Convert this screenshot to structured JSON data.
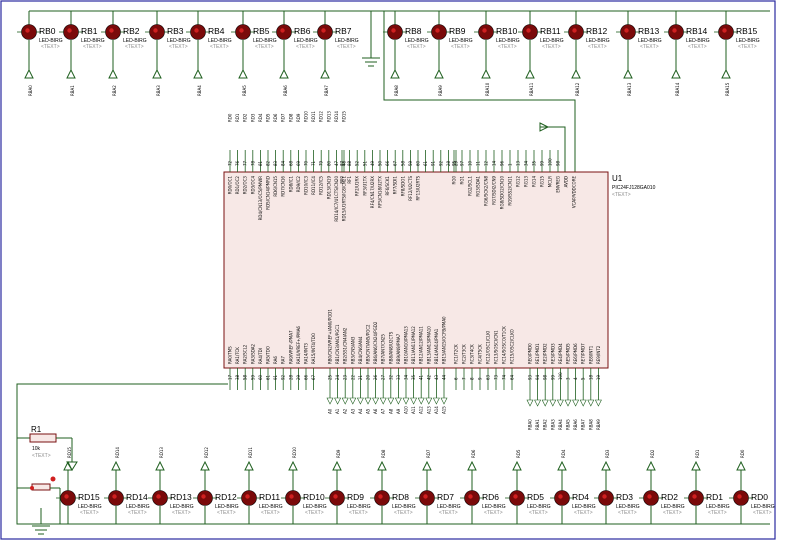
{
  "colors": {
    "wire": "#1f5f1f",
    "led": "#7a0a0a",
    "led_center": "#d02020",
    "chip": "#f7e8e6",
    "chip_border": "#7a1010",
    "frame": "#2a2aa0"
  },
  "top_leds": [
    {
      "ref": "RB0",
      "net": "RBA0"
    },
    {
      "ref": "RB1",
      "net": "RBA1"
    },
    {
      "ref": "RB2",
      "net": "RBA2"
    },
    {
      "ref": "RB3",
      "net": "RBA3"
    },
    {
      "ref": "RB4",
      "net": "RBA4"
    },
    {
      "ref": "RB5",
      "net": "RBA5"
    },
    {
      "ref": "RB6",
      "net": "RBA6"
    },
    {
      "ref": "RB7",
      "net": "RBA7"
    },
    {
      "ref": "RB8",
      "net": "RBA8"
    },
    {
      "ref": "RB9",
      "net": "RBA9"
    },
    {
      "ref": "RB10",
      "net": "RBA10"
    },
    {
      "ref": "RB11",
      "net": "RBA11"
    },
    {
      "ref": "RB12",
      "net": "RBA12"
    },
    {
      "ref": "RB13",
      "net": "RBA13"
    },
    {
      "ref": "RB14",
      "net": "RBA14"
    },
    {
      "ref": "RB15",
      "net": "RBA15"
    }
  ],
  "bottom_leds": [
    {
      "ref": "RD15",
      "net": "RD15"
    },
    {
      "ref": "RD14",
      "net": "RD14"
    },
    {
      "ref": "RD13",
      "net": "RD13"
    },
    {
      "ref": "RD12",
      "net": "RD12"
    },
    {
      "ref": "RD11",
      "net": "RD11"
    },
    {
      "ref": "RD10",
      "net": "RD10"
    },
    {
      "ref": "RD9",
      "net": "RD9"
    },
    {
      "ref": "RD8",
      "net": "RD8"
    },
    {
      "ref": "RD7",
      "net": "RD7"
    },
    {
      "ref": "RD6",
      "net": "RD6"
    },
    {
      "ref": "RD5",
      "net": "RD5"
    },
    {
      "ref": "RD4",
      "net": "RD4"
    },
    {
      "ref": "RD3",
      "net": "RD3"
    },
    {
      "ref": "RD2",
      "net": "RD2"
    },
    {
      "ref": "RD1",
      "net": "RD1"
    },
    {
      "ref": "RD0",
      "net": "RD0"
    }
  ],
  "led_model": "LED-BIRG",
  "text_placeholder": "<TEXT>",
  "chip": {
    "ref": "U1",
    "part": "PIC24FJ128GA010",
    "text": "<TEXT>"
  },
  "resistor": {
    "ref": "R1",
    "value": "10k",
    "text": "<TEXT>"
  },
  "chip_top_left_nets": [
    "RD0",
    "RD1",
    "RD2",
    "RD3",
    "RD4",
    "RD5",
    "RD6",
    "RD7",
    "RD8",
    "RD9",
    "RD10",
    "RD11",
    "RD12",
    "RD13",
    "RD14",
    "RD15"
  ],
  "chip_top_left_pins": [
    "72",
    "76",
    "77",
    "78",
    "81",
    "82",
    "83",
    "84",
    "68",
    "69",
    "70",
    "71",
    "79",
    "80",
    "47",
    "48"
  ],
  "chip_top_left_funcs": [
    "RD0/OC1",
    "RD1/OC2",
    "RD2/OC3",
    "RD3/OC4",
    "RD4/CN13/OC5/PMWR",
    "RD5/CN14/PMRD",
    "RD6/CN15",
    "RD7/CN16",
    "RD8/IC1",
    "RD9/IC2",
    "RD10/IC3",
    "RD11/IC4",
    "RD12/IC5",
    "RD13/CN19",
    "RD14/IC7/U1CTS/CN20",
    "RD15/U1RTS/IC8/CN21"
  ],
  "chip_top_mid_pins": [
    "87",
    "88",
    "52",
    "51",
    "49",
    "50",
    "66",
    "67",
    "58",
    "59",
    "60",
    "61",
    "91",
    "92",
    "28",
    "29"
  ],
  "chip_top_mid_funcs": [
    "RF0",
    "RF1",
    "RF2/U1RX",
    "RF3/U1TX",
    "RF4/CN17/U2RX",
    "RF5/CN18/U2TX",
    "RF6/SCK1",
    "RF7/SDI1",
    "RF8/SDO1",
    "RF12/U2CTS",
    "RF13/U2RTS"
  ],
  "chip_top_right_pins": [
    "95",
    "97",
    "10",
    "11",
    "12",
    "14",
    "96",
    "1",
    "13",
    "34",
    "35",
    "99",
    "100",
    "98"
  ],
  "chip_top_right_funcs": [
    "RG0",
    "RG1",
    "RG2/SCL1",
    "RG3/SDA1",
    "RG6/SCK2/CN8",
    "RG7/SDI2/CN9",
    "RG8/SDO2/CN10",
    "RG9/SS2/CN11",
    "RG12",
    "RG13",
    "RG14",
    "RG15",
    "MCLR",
    "ENVREG",
    "AVDD",
    "VCAP/VDDCORE"
  ],
  "chip_bottom_left_funcs": [
    "RA0/TMS",
    "RA1/TCK",
    "RA2/SCL2",
    "RA3/SDA2",
    "RA4/TDI",
    "RA5/TDO",
    "RA6",
    "RA7",
    "RA9/VREF-/PMA7",
    "RA10/VREF+/PMA6",
    "RA14/INT3",
    "RA15/INT4/TDO"
  ],
  "chip_bottom_left_pins": [
    "17",
    "38",
    "58",
    "59",
    "60",
    "61",
    "91",
    "92",
    "28",
    "29",
    "66",
    "67"
  ],
  "chip_bottom_mid_funcs": [
    "RB0/CN2/VREF+/AN0/PGD1",
    "RB1/CN3/AN1/PGC1",
    "RB2/SS1/CN4/AN2",
    "RB3/CN5/AN3",
    "RB4/CN6/AN4",
    "RB5/CN7/AN5/PGC2",
    "RB6/AN6/CN24/PGD2",
    "RB7/AN7/CN25",
    "RB8/AN8/U2CTS",
    "RB9/AN9/PMA7",
    "RB10/AN10/PMA13",
    "RB11/AN11/PMA12",
    "RB12/AN12/PMA11",
    "RB13/AN13/PMA10",
    "RB14/AN14/PMA1",
    "RB15/AN15/OCFB/PMA0"
  ],
  "chip_bottom_mid_pins": [
    "25",
    "24",
    "23",
    "22",
    "21",
    "20",
    "26",
    "27",
    "32",
    "33",
    "34",
    "35",
    "41",
    "42",
    "43",
    "44"
  ],
  "chip_bottom_mid_nets": [
    "A0",
    "A1",
    "A2",
    "A3",
    "A4",
    "A5",
    "A6",
    "A7",
    "A8",
    "A9",
    "A10",
    "A11",
    "A12",
    "A13",
    "A14",
    "A15"
  ],
  "chip_bottom_c_funcs": [
    "RC1/T2CK",
    "RC2/T3CK",
    "RC3/T4CK",
    "RC4/T5CK",
    "RC12/OSC1/CLKI",
    "RC13/SOSCI/CN1",
    "RC14/SOSCO/T1CK",
    "RC15/OSC2/CLKO"
  ],
  "chip_bottom_c_pins": [
    "6",
    "7",
    "8",
    "9",
    "63",
    "73",
    "74",
    "64"
  ],
  "chip_bottom_e_funcs": [
    "RE0/PMD0",
    "RE1/PMD1",
    "RE2/PMD2",
    "RE3/PMD3",
    "RE4/PMD4",
    "RE5/PMD5",
    "RE6/PMD6",
    "RE7/PMD7",
    "RE8/INT1",
    "RE9/INT2"
  ],
  "chip_bottom_e_pins": [
    "93",
    "94",
    "98",
    "99",
    "100",
    "3",
    "4",
    "5",
    "18",
    "19"
  ],
  "chip_bottom_e_nets": [
    "RBA0",
    "RBA1",
    "RBA2",
    "RBA3",
    "RBA4",
    "RBA5",
    "RBA6",
    "RBA7",
    "RBA8",
    "RBA9"
  ]
}
